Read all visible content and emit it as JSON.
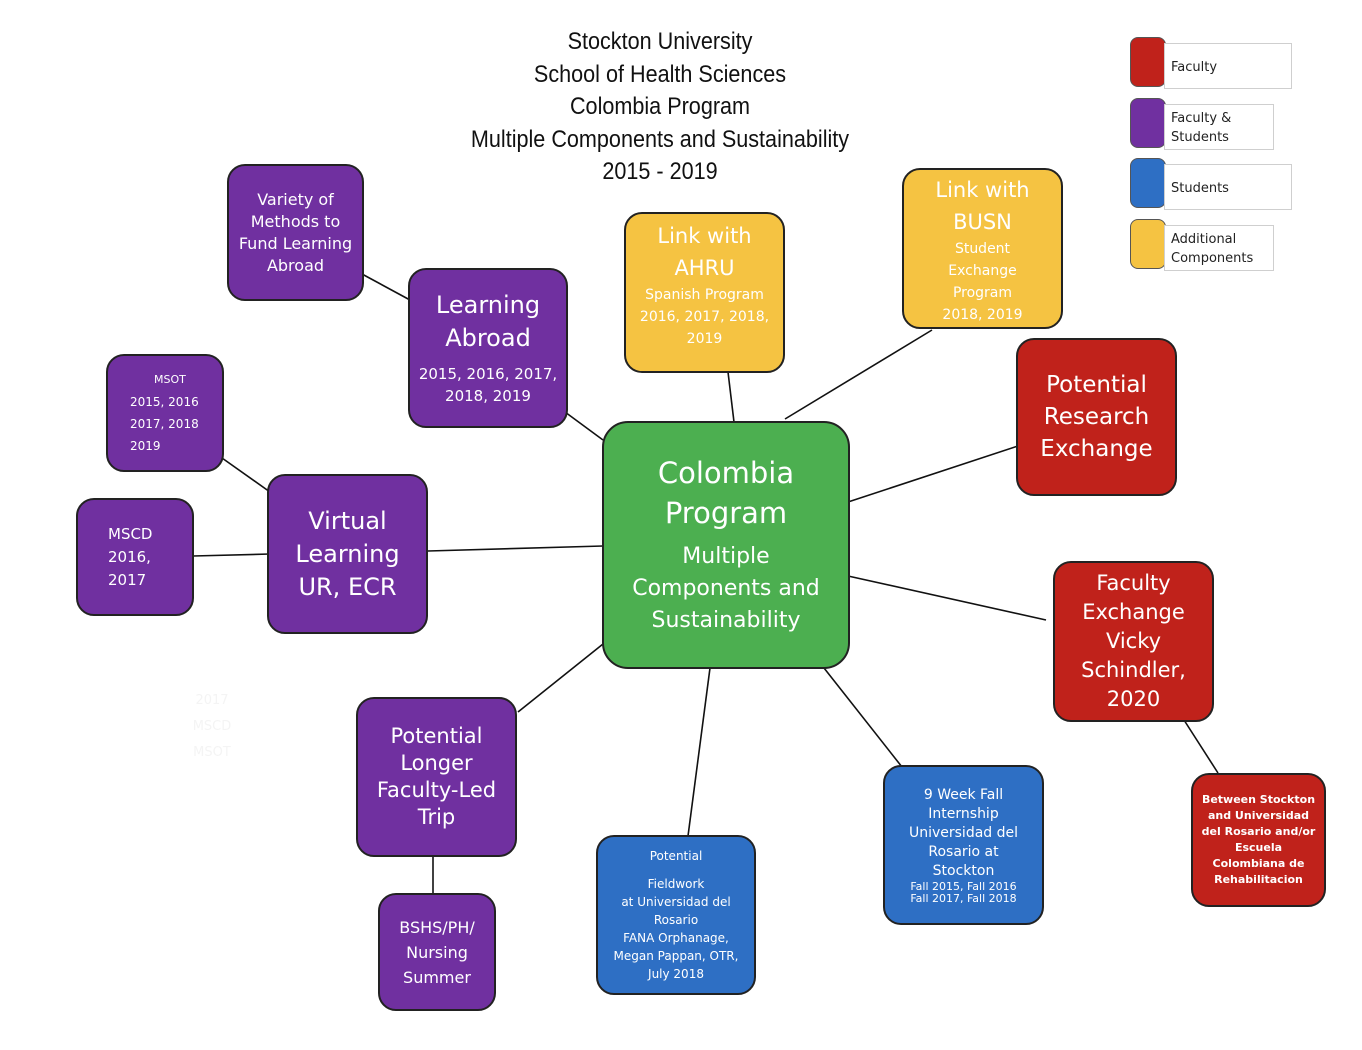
{
  "title": {
    "line1": "Stockton University",
    "line2": "School of Health Sciences",
    "line3": "Colombia Program",
    "line4": "Multiple Components and Sustainability",
    "line5": "2015 - 2019"
  },
  "legend": [
    {
      "label": "Faculty",
      "color": "#c0221b"
    },
    {
      "label": "Faculty & Students",
      "color": "#7030a0"
    },
    {
      "label": "Students",
      "color": "#2e6fc4"
    },
    {
      "label": "Additional Components",
      "color": "#f5c342"
    }
  ],
  "center": {
    "title": "Colombia Program",
    "subtitle": "Multiple Components and Sustainability"
  },
  "nodes": {
    "variety": {
      "text": "Variety of Methods to Fund Learning Abroad"
    },
    "learning_abroad": {
      "title": "Learning Abroad",
      "years": "2015, 2016, 2017, 2018, 2019"
    },
    "ahru": {
      "title": "Link with AHRU",
      "sub": "Spanish  Program 2016, 2017, 2018, 2019"
    },
    "busn": {
      "title": "Link with BUSN",
      "sub": "Student Exchange Program 2018, 2019"
    },
    "research": {
      "title": "Potential Research Exchange"
    },
    "faculty_exchange": {
      "title": "Faculty Exchange Vicky Schindler, 2020"
    },
    "between": {
      "text": "Between Stockton and Universidad del Rosario and/or Escuela Colombiana de Rehabilitacion"
    },
    "internship": {
      "title": "9 Week Fall Internship Universidad del Rosario at Stockton",
      "years_line1": "Fall 2015, Fall 2016",
      "years_line2": "Fall 2017, Fall 2018"
    },
    "fieldwork": {
      "line1": "Potential",
      "line2": "Fieldwork",
      "line3": "at Universidad del Rosario",
      "line4": "FANA Orphanage, Megan Pappan, OTR, July 2018"
    },
    "longer_trip": {
      "title": "Potential Longer Faculty-Led Trip"
    },
    "bshs": {
      "text": "BSHS/PH/ Nursing Summer"
    },
    "virtual": {
      "title": "Virtual Learning UR, ECR"
    },
    "msot": {
      "line1": "MSOT",
      "line2": "2015, 2016",
      "line3": "2017, 2018",
      "line4": "2019"
    },
    "mscd": {
      "text": "MSCD 2016, 2017"
    }
  },
  "ghost_text": {
    "line1": "2017",
    "line2": "MSCD",
    "line3": "MSOT"
  }
}
